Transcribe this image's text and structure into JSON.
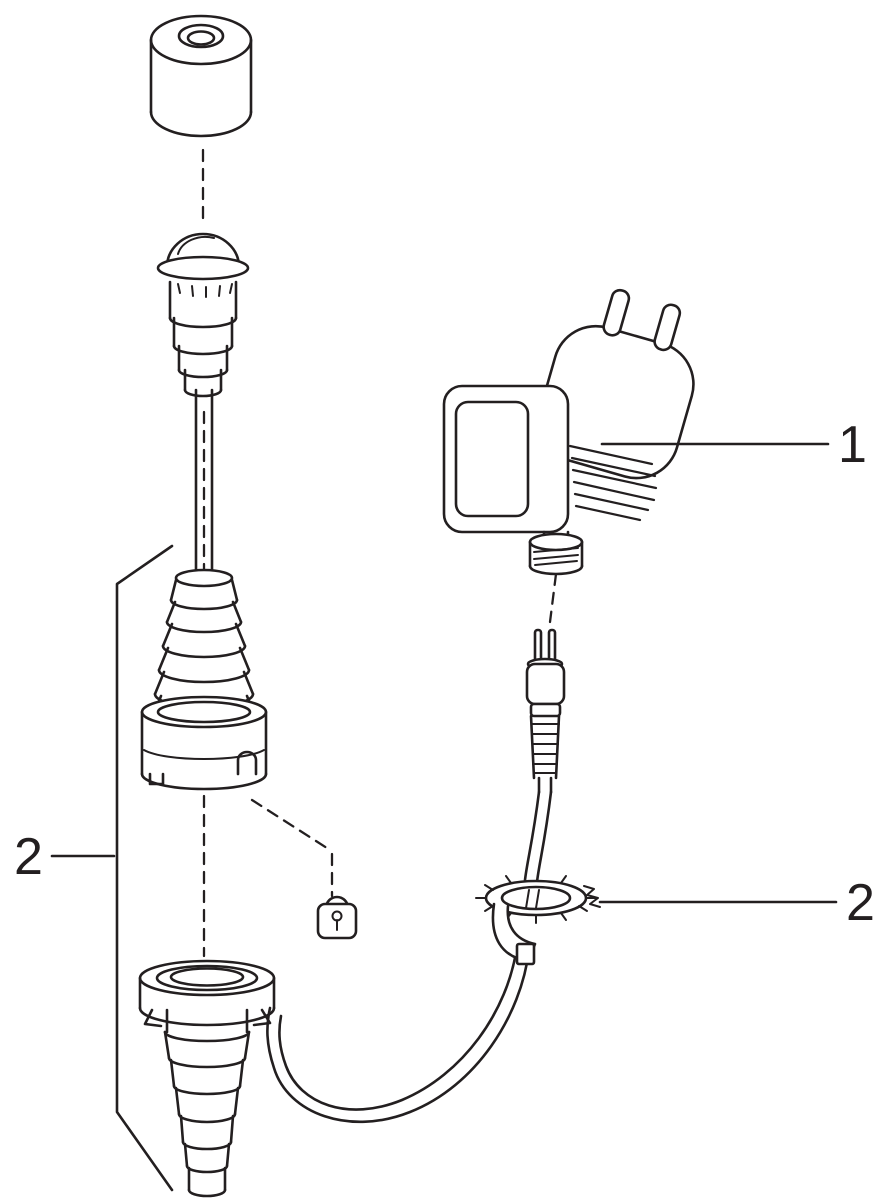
{
  "diagram": {
    "kind": "exploded-parts-diagram",
    "background": "#ffffff",
    "line_color": "#231f20",
    "callouts": {
      "pump_unit": {
        "label": "1"
      },
      "assembly_left": {
        "label": "2"
      },
      "cable_clamp": {
        "label": "2"
      }
    }
  }
}
